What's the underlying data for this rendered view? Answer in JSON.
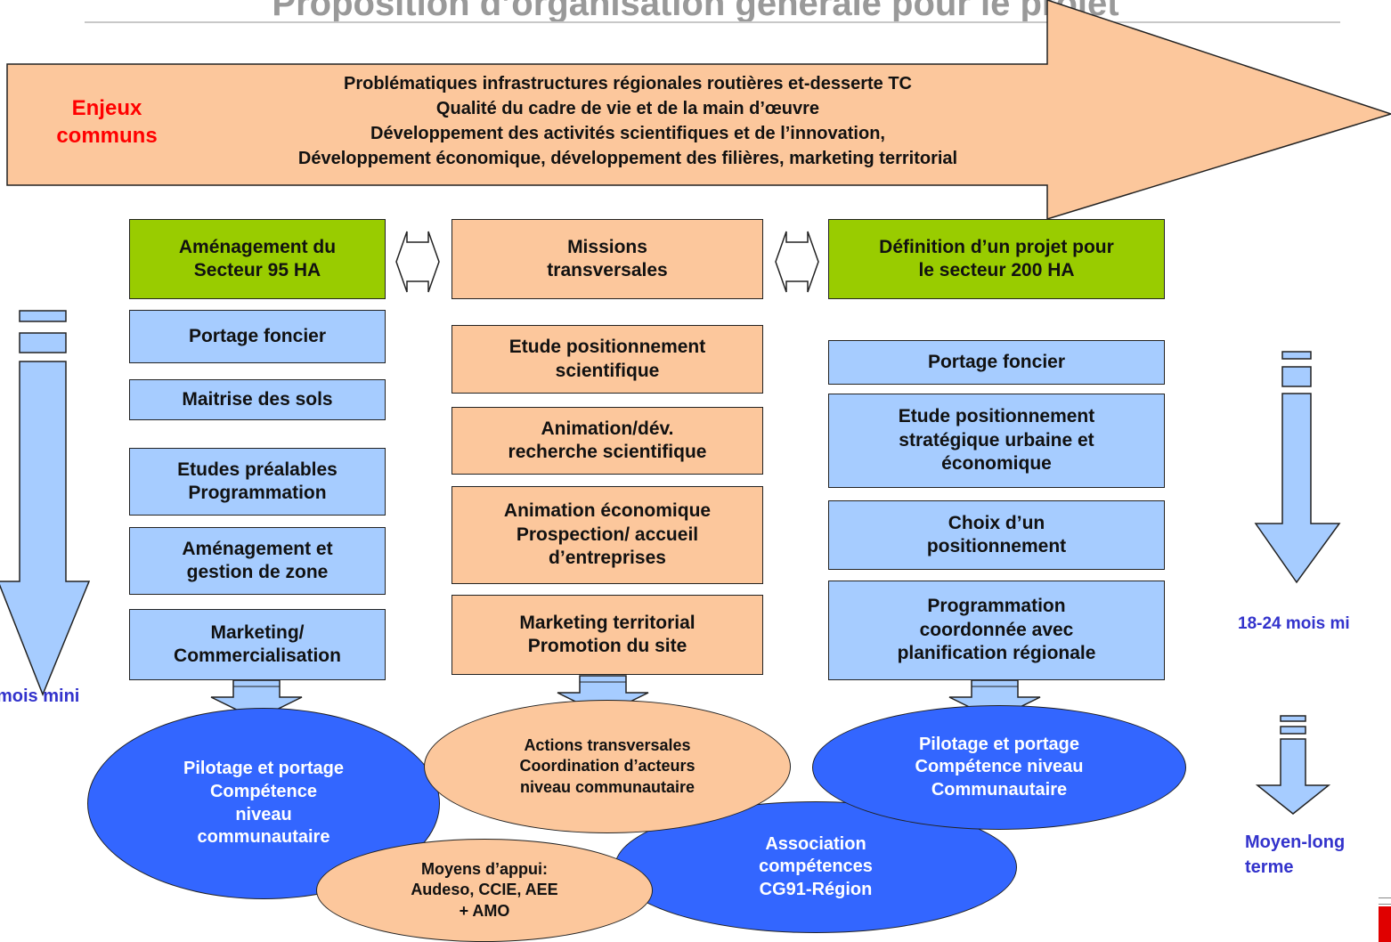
{
  "title": "Proposition d’organisation générale pour le projet",
  "enjeux": {
    "label": "Enjeux\ncommuns",
    "lines": [
      "Problématiques infrastructures régionales routières et-desserte TC",
      "Qualité du cadre de vie et de la main d’œuvre",
      "Développement des activités scientifiques et de l’innovation,",
      "Développement économique, développement des filières, marketing territorial"
    ]
  },
  "left_column": {
    "header": "Aménagement du\nSecteur 95 HA",
    "items": [
      "Portage foncier",
      "Maitrise des sols",
      "Etudes préalables\nProgrammation",
      "Aménagement et\ngestion de zone",
      "Marketing/\nCommercialisation"
    ],
    "ellipse": "Pilotage et portage\nCompétence\nniveau\ncommunautaire"
  },
  "middle_column": {
    "header": "Missions\ntransversales",
    "items": [
      "Etude positionnement\nscientifique",
      "Animation/dév.\nrecherche scientifique",
      "Animation économique\nProspection/ accueil\nd’entreprises",
      "Marketing territorial\nPromotion du site"
    ],
    "ellipse": "Actions transversales\nCoordination d’acteurs\nniveau communautaire"
  },
  "right_column": {
    "header": "Définition d’un projet pour\nle secteur 200 HA",
    "items": [
      "Portage foncier",
      "Etude positionnement\nstratégique urbaine et\néconomique",
      "Choix d’un\npositionnement",
      "Programmation\ncoordonnée avec\nplanification régionale"
    ],
    "ellipse": "Pilotage et portage\nCompétence niveau\nCommunautaire"
  },
  "bottom": {
    "moyens": "Moyens d’appui:\nAudeso, CCIE, AEE\n+ AMO",
    "association": "Association\ncompétences\nCG91-Région"
  },
  "timeline": {
    "left_label": "mois mini",
    "right_label": "18-24 mois mi",
    "far_label": "Moyen-long\nterme"
  },
  "colors": {
    "box_blue": "#a6ccff",
    "box_peach": "#fcc79c",
    "box_green": "#99cc00",
    "ellipse_blue": "#3366ff",
    "enjeux_red": "#ff0000",
    "timeline_text": "#3333cc",
    "title_gray": "#999999"
  }
}
